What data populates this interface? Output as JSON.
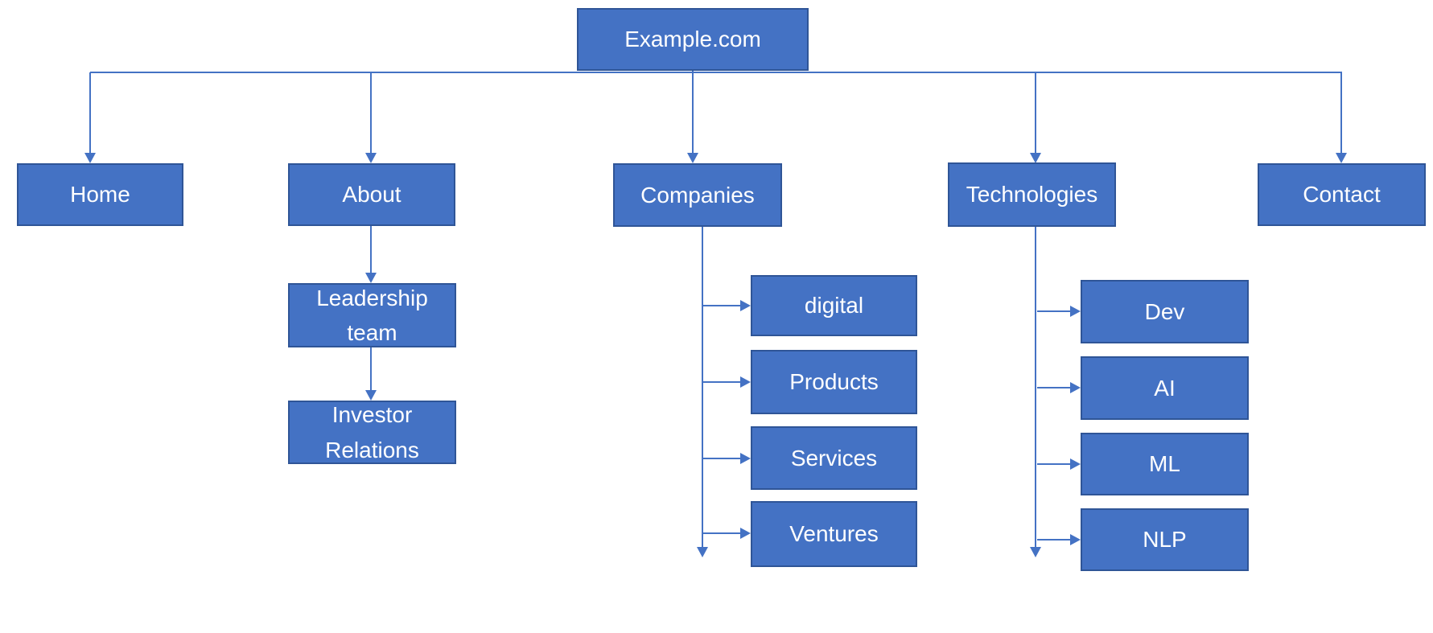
{
  "diagram": {
    "root": {
      "label": "Example.com"
    },
    "level1": [
      {
        "label": "Home"
      },
      {
        "label": "About"
      },
      {
        "label": "Companies"
      },
      {
        "label": "Technologies"
      },
      {
        "label": "Contact"
      }
    ],
    "about_children": [
      {
        "label": "Leadership team"
      },
      {
        "label": "Investor Relations"
      }
    ],
    "companies_children": [
      {
        "label": "digital"
      },
      {
        "label": "Products"
      },
      {
        "label": "Services"
      },
      {
        "label": "Ventures"
      }
    ],
    "technologies_children": [
      {
        "label": "Dev"
      },
      {
        "label": "AI"
      },
      {
        "label": "ML"
      },
      {
        "label": "NLP"
      }
    ],
    "colors": {
      "box_fill": "#4472C4",
      "box_border": "#2F5597",
      "connector": "#4472C4",
      "text": "#FFFFFF",
      "background": "#FFFFFF"
    }
  }
}
